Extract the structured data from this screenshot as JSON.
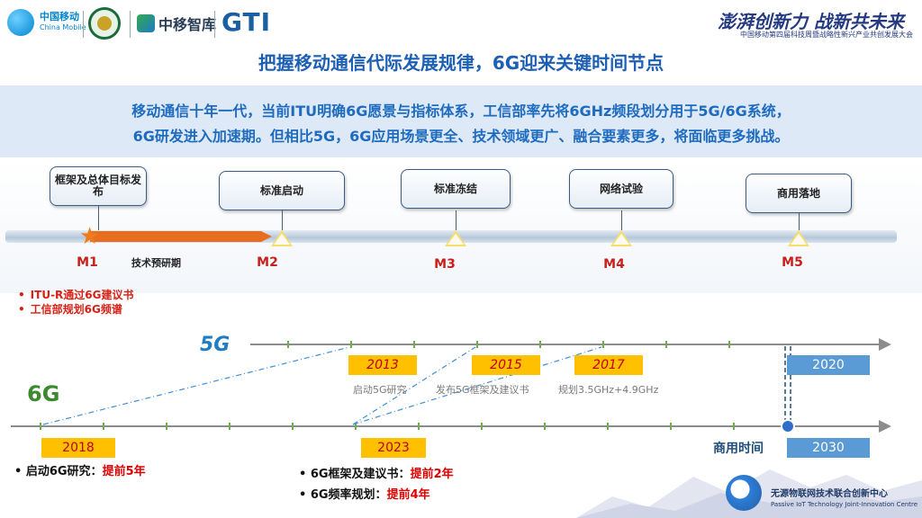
{
  "header": {
    "china_mobile_cn": "中国移动",
    "china_mobile_en": "China Mobile",
    "zhongyi_brand": "中移智库",
    "gti": "GTI",
    "slogan": "澎湃创新力 战新共未来",
    "conference": "中国移动第四届科技周暨战略性新兴产业共创发展大会"
  },
  "title": "把握移动通信代际发展规律，6G迎来关键时间节点",
  "intro": {
    "line1": "移动通信十年一代，当前ITU明确6G愿景与指标体系，工信部率先将6GHz频段划分用于5G/6G系统，",
    "line2": "6G研发进入加速期。但相比5G，6G应用场景更全、技术领域更广、融合要素更多，将面临更多挑战。"
  },
  "milestones": [
    {
      "id": "M1",
      "box": "框架及总体目标发布"
    },
    {
      "id": "M2",
      "box": "标准启动"
    },
    {
      "id": "M3",
      "box": "标准冻结"
    },
    {
      "id": "M4",
      "box": "网络试验"
    },
    {
      "id": "M5",
      "box": "商用落地"
    }
  ],
  "pre_research_label": "技术预研期",
  "top_bullets": [
    "ITU-R通过6G建议书",
    "工信部规划6G频谱"
  ],
  "timeline": {
    "label_5g": "5G",
    "label_6g": "6G",
    "years_5g": [
      "2013",
      "2015",
      "2017",
      "2020"
    ],
    "events_5g": [
      "启动5G研究",
      "发布5G框架及建议书",
      "规划3.5GHz+4.9GHz"
    ],
    "years_6g": [
      "2018",
      "2023",
      "2030"
    ],
    "commercial_label": "商用时间"
  },
  "notes": [
    {
      "text": "启动6G研究：",
      "red": "提前5年"
    },
    {
      "text": "6G框架及建议书：",
      "red": "提前2年"
    },
    {
      "text": "6G频率规划：",
      "red": "提前4年"
    }
  ],
  "footer": {
    "cn": "无源物联网技术联合创新中心",
    "en": "Passive IoT Technology Joint-Innovation Centre"
  },
  "colors": {
    "title_blue": "#1d5fb3",
    "milestone_red": "#c8201a",
    "progress_orange": "#e86d1f",
    "year_gold": "#ffc000",
    "year_blue": "#5b9bd5",
    "green_6g": "#3c8a2e"
  }
}
